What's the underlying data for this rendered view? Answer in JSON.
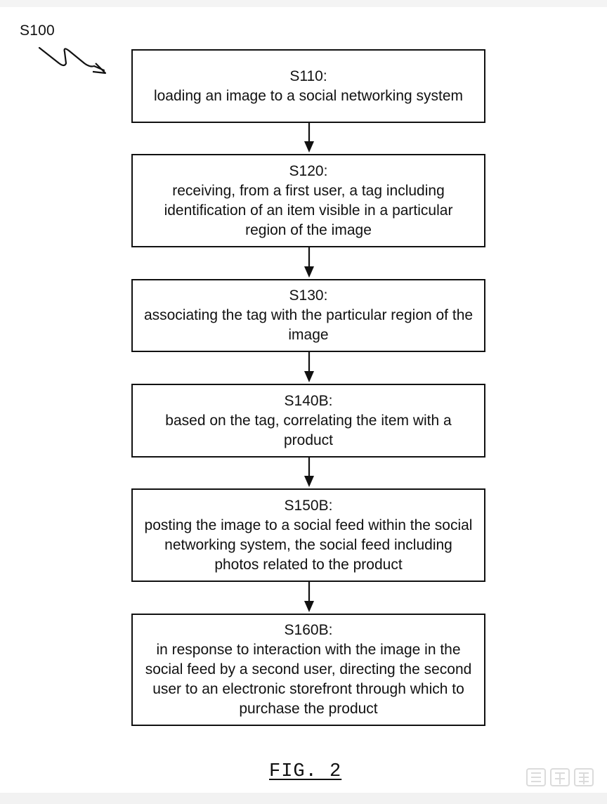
{
  "figure": {
    "reference_label": "S100",
    "caption": "FIG. 2"
  },
  "steps": [
    {
      "id": "S110:",
      "text": "loading an image to a social networking system"
    },
    {
      "id": "S120:",
      "text": "receiving, from a first user, a tag including identification of an item visible in a particular region of the image"
    },
    {
      "id": "S130:",
      "text": "associating the tag with the particular region of the image"
    },
    {
      "id": "S140B:",
      "text": "based on the tag, correlating the item with a product"
    },
    {
      "id": "S150B:",
      "text": "posting the image to a social feed within the social networking system, the social feed including photos related to the product"
    },
    {
      "id": "S160B:",
      "text": "in response to interaction with the image in the social feed by a second user, directing the second user to an electronic storefront through which to purchase the product"
    }
  ]
}
